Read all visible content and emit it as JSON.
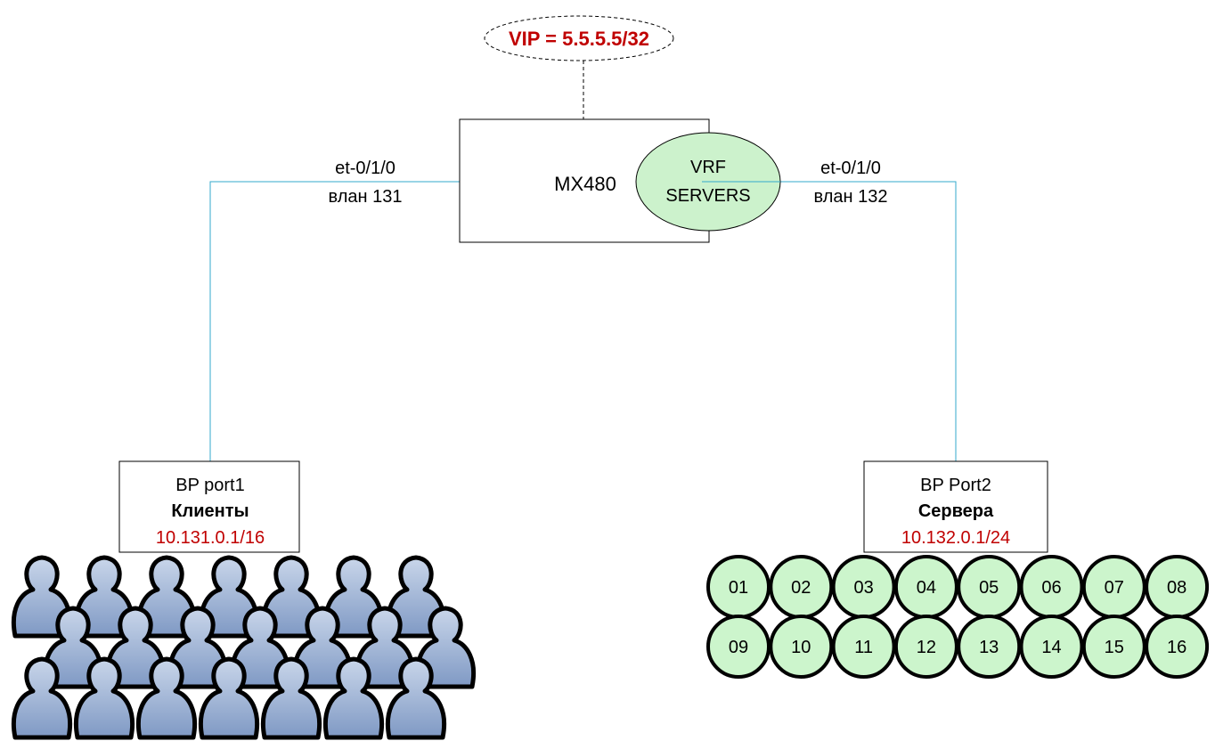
{
  "vip": {
    "label": "VIP = 5.5.5.5/32"
  },
  "router": {
    "name": "MX480"
  },
  "vrf": {
    "line1": "VRF",
    "line2": "SERVERS"
  },
  "left_link": {
    "interface": "et-0/1/0",
    "vlan": "влан 131"
  },
  "right_link": {
    "interface": "et-0/1/0",
    "vlan": "влан 132"
  },
  "left_box": {
    "port": "BP port1",
    "title": "Клиенты",
    "subnet": "10.131.0.1/16"
  },
  "right_box": {
    "port": "BP Port2",
    "title": "Сервера",
    "subnet": "10.132.0.1/24"
  },
  "servers": [
    "01",
    "02",
    "03",
    "04",
    "05",
    "06",
    "07",
    "08",
    "09",
    "10",
    "11",
    "12",
    "13",
    "14",
    "15",
    "16"
  ],
  "colors": {
    "accent_red": "#c00000",
    "link_line": "#33aacc",
    "vrf_fill": "#ccf2cc",
    "server_fill": "#ccf5cc",
    "user_fill": "#aebfd9"
  }
}
